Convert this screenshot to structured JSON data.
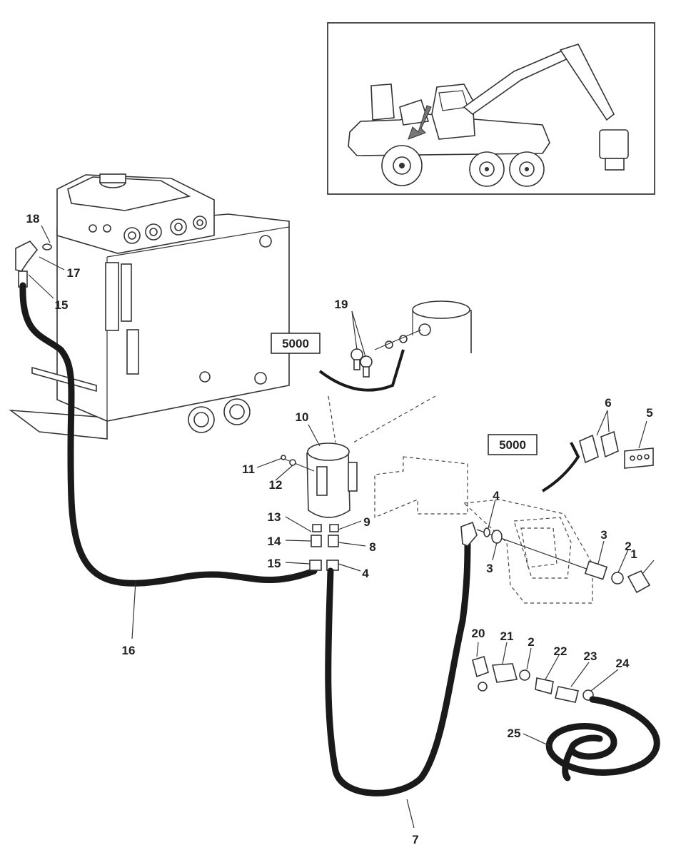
{
  "callouts": [
    {
      "id": "c1",
      "text": "1"
    },
    {
      "id": "c2a",
      "text": "2"
    },
    {
      "id": "c2b",
      "text": "2"
    },
    {
      "id": "c3a",
      "text": "3"
    },
    {
      "id": "c3b",
      "text": "3"
    },
    {
      "id": "c4a",
      "text": "4"
    },
    {
      "id": "c4b",
      "text": "4"
    },
    {
      "id": "c5",
      "text": "5"
    },
    {
      "id": "c6",
      "text": "6"
    },
    {
      "id": "c7",
      "text": "7"
    },
    {
      "id": "c8",
      "text": "8"
    },
    {
      "id": "c9",
      "text": "9"
    },
    {
      "id": "c10",
      "text": "10"
    },
    {
      "id": "c11",
      "text": "11"
    },
    {
      "id": "c12",
      "text": "12"
    },
    {
      "id": "c13",
      "text": "13"
    },
    {
      "id": "c14",
      "text": "14"
    },
    {
      "id": "c15a",
      "text": "15"
    },
    {
      "id": "c15b",
      "text": "15"
    },
    {
      "id": "c16",
      "text": "16"
    },
    {
      "id": "c17",
      "text": "17"
    },
    {
      "id": "c18",
      "text": "18"
    },
    {
      "id": "c19",
      "text": "19"
    },
    {
      "id": "c20",
      "text": "20"
    },
    {
      "id": "c21",
      "text": "21"
    },
    {
      "id": "c22",
      "text": "22"
    },
    {
      "id": "c23",
      "text": "23"
    },
    {
      "id": "c24",
      "text": "24"
    },
    {
      "id": "c25",
      "text": "25"
    }
  ],
  "reference_boxes": [
    {
      "id": "ref1",
      "text": "5000"
    },
    {
      "id": "ref2",
      "text": "5000"
    }
  ]
}
